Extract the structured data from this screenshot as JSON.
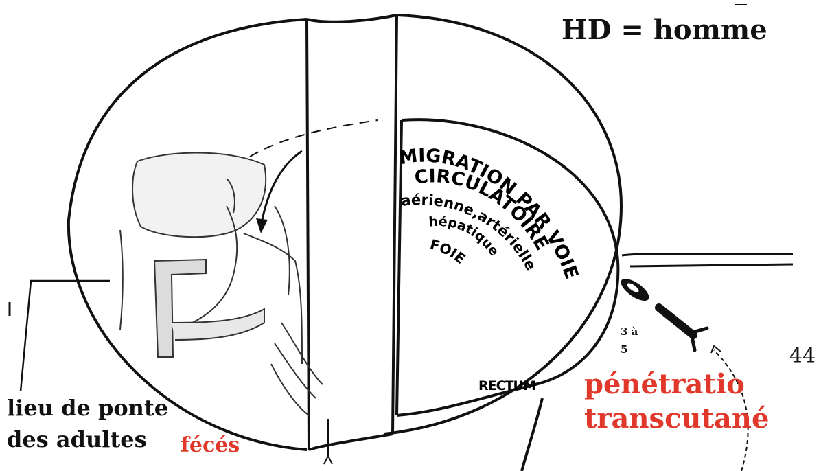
{
  "title": "HD = homme",
  "page_number": "44",
  "labels": {
    "lieu_line1": "lieu de ponte",
    "lieu_line2": "des adultes",
    "feces": "fécés",
    "rectum": "RECTUM",
    "penetration_line1": "pénétratio",
    "penetration_line2": "transcutané",
    "dose_line1": "3 à",
    "dose_line2": "5"
  },
  "arc_labels": {
    "migration": "MIGRATION PAR VOIE",
    "circulatoire": "CIRCULATOIRE",
    "aerienne": "aérienne,artérielle",
    "hepatique": "hépatique",
    "foie": "FOIE"
  },
  "colors": {
    "accent_red": "#e0392b",
    "ink": "#111111"
  }
}
